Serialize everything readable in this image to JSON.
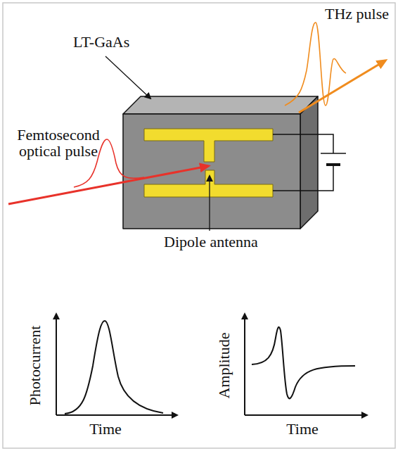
{
  "diagram": {
    "labels": [
      "LT-GaAs",
      "THz pulse",
      "Femtosecond optical pulse",
      "Dipole antenna",
      "Photocurrent",
      "Time",
      "Amplitude",
      "Time"
    ]
  }
}
